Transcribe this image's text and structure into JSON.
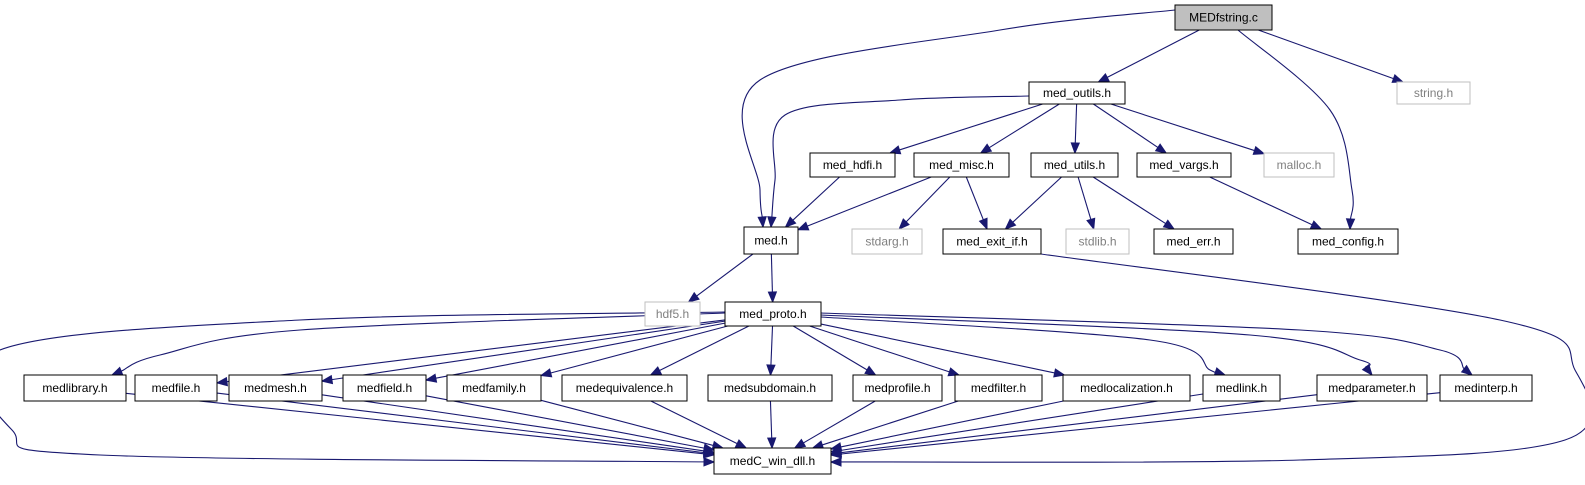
{
  "colors": {
    "edge": "#191970",
    "root_fill": "#bfbfbf",
    "node_fill": "#ffffff",
    "node_border": "#000000",
    "external_border": "#bfbfbf",
    "external_text": "#808080"
  },
  "nodes": [
    {
      "id": "medfstring",
      "label": "MEDfstring.c",
      "kind": "root"
    },
    {
      "id": "med_outils",
      "label": "med_outils.h",
      "kind": "local"
    },
    {
      "id": "string",
      "label": "string.h",
      "kind": "external"
    },
    {
      "id": "med_hdfi",
      "label": "med_hdfi.h",
      "kind": "local"
    },
    {
      "id": "med_misc",
      "label": "med_misc.h",
      "kind": "local"
    },
    {
      "id": "med_utils",
      "label": "med_utils.h",
      "kind": "local"
    },
    {
      "id": "med_vargs",
      "label": "med_vargs.h",
      "kind": "local"
    },
    {
      "id": "malloc",
      "label": "malloc.h",
      "kind": "external"
    },
    {
      "id": "med",
      "label": "med.h",
      "kind": "local"
    },
    {
      "id": "stdarg",
      "label": "stdarg.h",
      "kind": "external"
    },
    {
      "id": "med_exit_if",
      "label": "med_exit_if.h",
      "kind": "local"
    },
    {
      "id": "stdlib",
      "label": "stdlib.h",
      "kind": "external"
    },
    {
      "id": "med_err",
      "label": "med_err.h",
      "kind": "local"
    },
    {
      "id": "med_config",
      "label": "med_config.h",
      "kind": "local"
    },
    {
      "id": "hdf5",
      "label": "hdf5.h",
      "kind": "external"
    },
    {
      "id": "med_proto",
      "label": "med_proto.h",
      "kind": "local"
    },
    {
      "id": "medlibrary",
      "label": "medlibrary.h",
      "kind": "local"
    },
    {
      "id": "medfile",
      "label": "medfile.h",
      "kind": "local"
    },
    {
      "id": "medmesh",
      "label": "medmesh.h",
      "kind": "local"
    },
    {
      "id": "medfield",
      "label": "medfield.h",
      "kind": "local"
    },
    {
      "id": "medfamily",
      "label": "medfamily.h",
      "kind": "local"
    },
    {
      "id": "medequivalence",
      "label": "medequivalence.h",
      "kind": "local"
    },
    {
      "id": "medsubdomain",
      "label": "medsubdomain.h",
      "kind": "local"
    },
    {
      "id": "medprofile",
      "label": "medprofile.h",
      "kind": "local"
    },
    {
      "id": "medfilter",
      "label": "medfilter.h",
      "kind": "local"
    },
    {
      "id": "medlocalization",
      "label": "medlocalization.h",
      "kind": "local"
    },
    {
      "id": "medlink",
      "label": "medlink.h",
      "kind": "local"
    },
    {
      "id": "medparameter",
      "label": "medparameter.h",
      "kind": "local"
    },
    {
      "id": "medinterp",
      "label": "medinterp.h",
      "kind": "local"
    },
    {
      "id": "medC_win_dll",
      "label": "medC_win_dll.h",
      "kind": "local"
    }
  ],
  "edges": [
    [
      "medfstring",
      "med_outils"
    ],
    [
      "medfstring",
      "med"
    ],
    [
      "medfstring",
      "string"
    ],
    [
      "medfstring",
      "med_config"
    ],
    [
      "med_outils",
      "med"
    ],
    [
      "med_outils",
      "med_hdfi"
    ],
    [
      "med_outils",
      "med_misc"
    ],
    [
      "med_outils",
      "med_utils"
    ],
    [
      "med_outils",
      "med_vargs"
    ],
    [
      "med_outils",
      "malloc"
    ],
    [
      "med_hdfi",
      "med"
    ],
    [
      "med_misc",
      "med"
    ],
    [
      "med_misc",
      "stdarg"
    ],
    [
      "med_misc",
      "med_exit_if"
    ],
    [
      "med_utils",
      "med_exit_if"
    ],
    [
      "med_utils",
      "stdlib"
    ],
    [
      "med_utils",
      "med_err"
    ],
    [
      "med_vargs",
      "med_config"
    ],
    [
      "med",
      "hdf5"
    ],
    [
      "med",
      "med_proto"
    ],
    [
      "med_exit_if",
      "medC_win_dll"
    ],
    [
      "med_proto",
      "medC_win_dll"
    ],
    [
      "med_proto",
      "medlibrary"
    ],
    [
      "med_proto",
      "medfile"
    ],
    [
      "med_proto",
      "medmesh"
    ],
    [
      "med_proto",
      "medfield"
    ],
    [
      "med_proto",
      "medfamily"
    ],
    [
      "med_proto",
      "medequivalence"
    ],
    [
      "med_proto",
      "medsubdomain"
    ],
    [
      "med_proto",
      "medprofile"
    ],
    [
      "med_proto",
      "medfilter"
    ],
    [
      "med_proto",
      "medlocalization"
    ],
    [
      "med_proto",
      "medlink"
    ],
    [
      "med_proto",
      "medparameter"
    ],
    [
      "med_proto",
      "medinterp"
    ],
    [
      "medlibrary",
      "medC_win_dll"
    ],
    [
      "medfile",
      "medC_win_dll"
    ],
    [
      "medmesh",
      "medC_win_dll"
    ],
    [
      "medfield",
      "medC_win_dll"
    ],
    [
      "medfamily",
      "medC_win_dll"
    ],
    [
      "medequivalence",
      "medC_win_dll"
    ],
    [
      "medsubdomain",
      "medC_win_dll"
    ],
    [
      "medprofile",
      "medC_win_dll"
    ],
    [
      "medfilter",
      "medC_win_dll"
    ],
    [
      "medlocalization",
      "medC_win_dll"
    ],
    [
      "medlink",
      "medC_win_dll"
    ],
    [
      "medparameter",
      "medC_win_dll"
    ],
    [
      "medinterp",
      "medC_win_dll"
    ]
  ]
}
